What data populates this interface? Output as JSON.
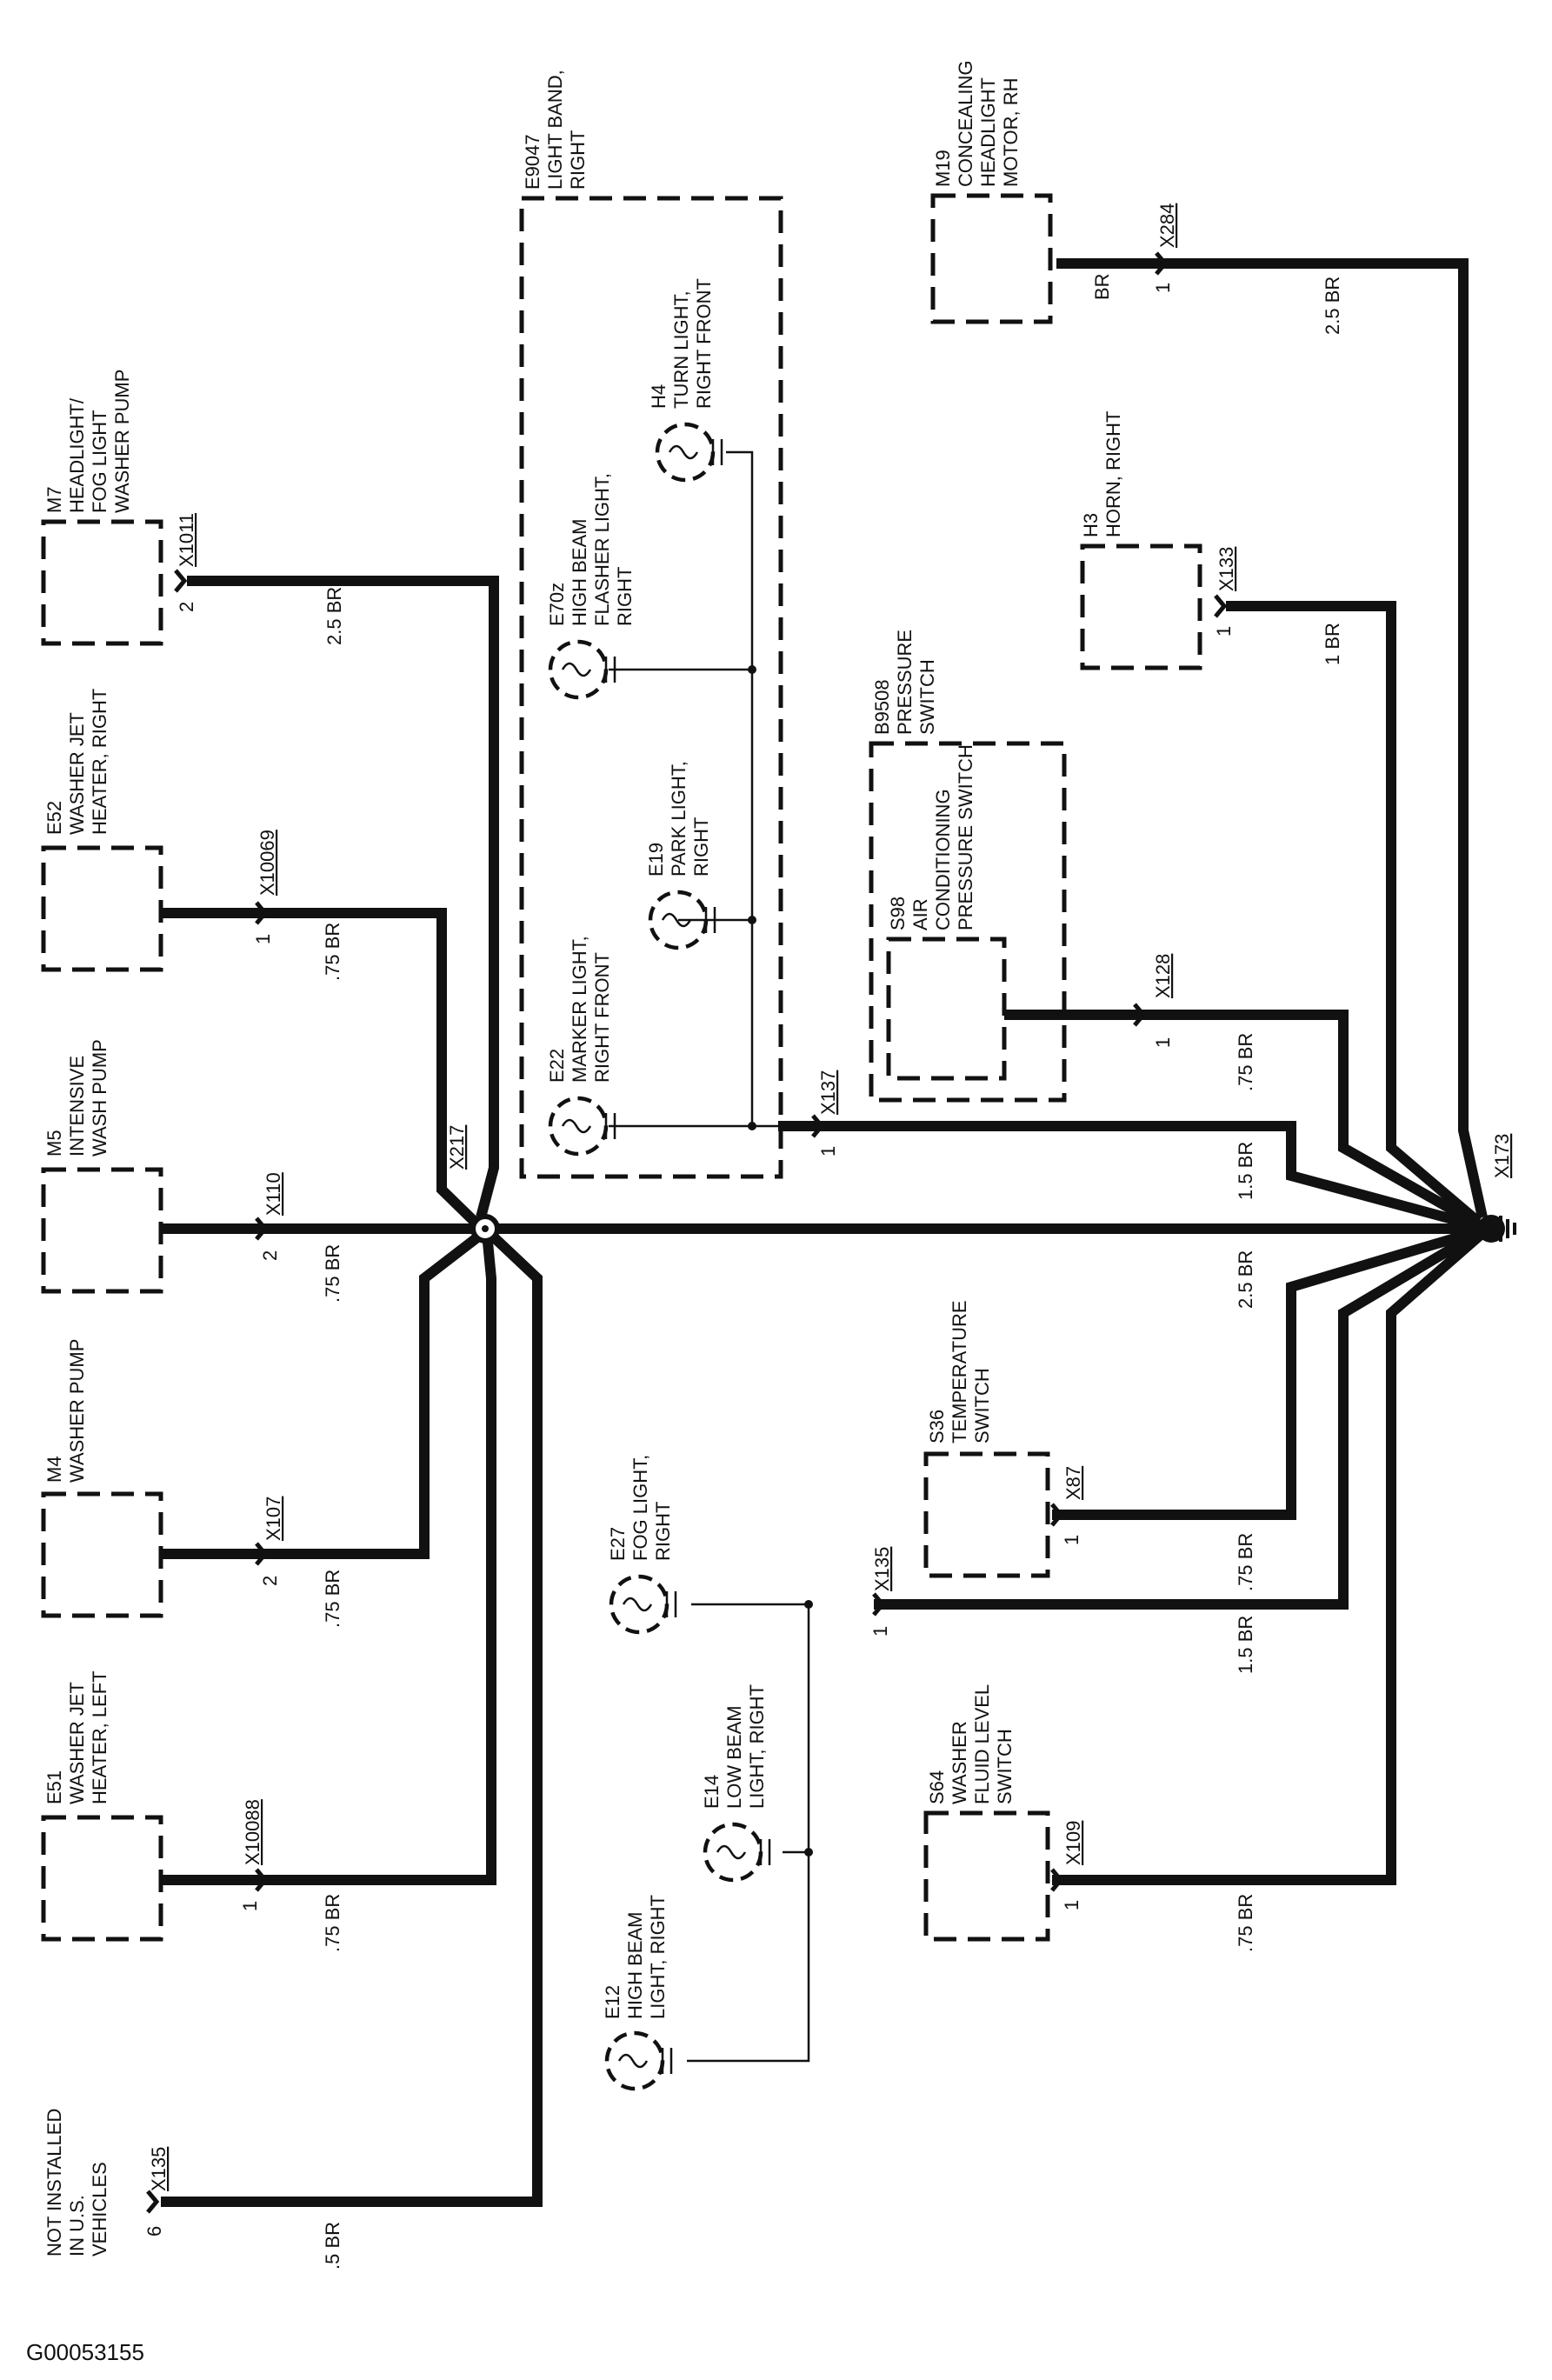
{
  "figure_id": "G00053155",
  "ground": {
    "label": "X173"
  },
  "splice": {
    "label": "X217"
  },
  "components": {
    "m7": {
      "lines": [
        "M7",
        "HEADLIGHT/",
        "FOG LIGHT",
        "WASHER PUMP"
      ],
      "connector": "X1011",
      "pin": "2",
      "wire": "2.5 BR"
    },
    "e52": {
      "lines": [
        "E52",
        "WASHER JET",
        "HEATER, RIGHT"
      ],
      "connector": "X10069",
      "pin": "1",
      "wire": ".75 BR"
    },
    "m5": {
      "lines": [
        "M5",
        "INTENSIVE",
        "WASH PUMP"
      ],
      "connector": "X110",
      "pin": "2",
      "wire": ".75 BR"
    },
    "m4": {
      "lines": [
        "M4",
        "WASHER PUMP"
      ],
      "connector": "X107",
      "pin": "2",
      "wire": ".75 BR"
    },
    "e51": {
      "lines": [
        "E51",
        "WASHER JET",
        "HEATER, LEFT"
      ],
      "connector": "X10088",
      "pin": "1",
      "wire": ".75 BR"
    },
    "notus": {
      "lines": [
        "NOT INSTALLED",
        "IN U.S.",
        "VEHICLES"
      ],
      "connector": "X135",
      "pin": "6",
      "wire": ".5 BR"
    },
    "e9047": {
      "lines": [
        "E9047",
        "LIGHT BAND,",
        "RIGHT"
      ],
      "connector": "X137",
      "pin": "1",
      "wire": "1.5 BR"
    },
    "h4": {
      "lines": [
        "H4",
        "TURN LIGHT,",
        "RIGHT FRONT"
      ]
    },
    "e70z": {
      "lines": [
        "E70z",
        "HIGH BEAM",
        "FLASHER LIGHT,",
        "RIGHT"
      ]
    },
    "e19": {
      "lines": [
        "E19",
        "PARK LIGHT,",
        "RIGHT"
      ]
    },
    "e22": {
      "lines": [
        "E22",
        "MARKER LIGHT,",
        "RIGHT FRONT"
      ]
    },
    "e27": {
      "lines": [
        "E27",
        "FOG LIGHT,",
        "RIGHT"
      ],
      "connector": "X135",
      "pin": "1",
      "wire": "1.5 BR"
    },
    "e14": {
      "lines": [
        "E14",
        "LOW BEAM",
        "LIGHT, RIGHT"
      ]
    },
    "e12": {
      "lines": [
        "E12",
        "HIGH BEAM",
        "LIGHT, RIGHT"
      ]
    },
    "m19": {
      "lines": [
        "M19",
        "CONCEALING",
        "HEADLIGHT",
        "MOTOR, RH"
      ],
      "connector": "X284",
      "pin": "1",
      "wire": "2.5 BR",
      "wire_short": "BR"
    },
    "h3": {
      "lines": [
        "H3",
        "HORN, RIGHT"
      ],
      "connector": "X133",
      "pin": "1",
      "wire": "1 BR"
    },
    "b9508": {
      "lines": [
        "B9508",
        "PRESSURE",
        "SWITCH"
      ]
    },
    "s98": {
      "lines": [
        "S98",
        "AIR",
        "CONDITIONING",
        "PRESSURE SWITCH"
      ],
      "connector": "X128",
      "pin": "1",
      "wire": ".75 BR"
    },
    "x173_main": {
      "wire": "2.5 BR"
    },
    "s36": {
      "lines": [
        "S36",
        "TEMPERATURE",
        "SWITCH"
      ],
      "connector": "X87",
      "pin": "1",
      "wire": ".75 BR"
    },
    "s64": {
      "lines": [
        "S64",
        "WASHER",
        "FLUID LEVEL",
        "SWITCH"
      ],
      "connector": "X109",
      "pin": "1",
      "wire": ".75 BR"
    }
  }
}
